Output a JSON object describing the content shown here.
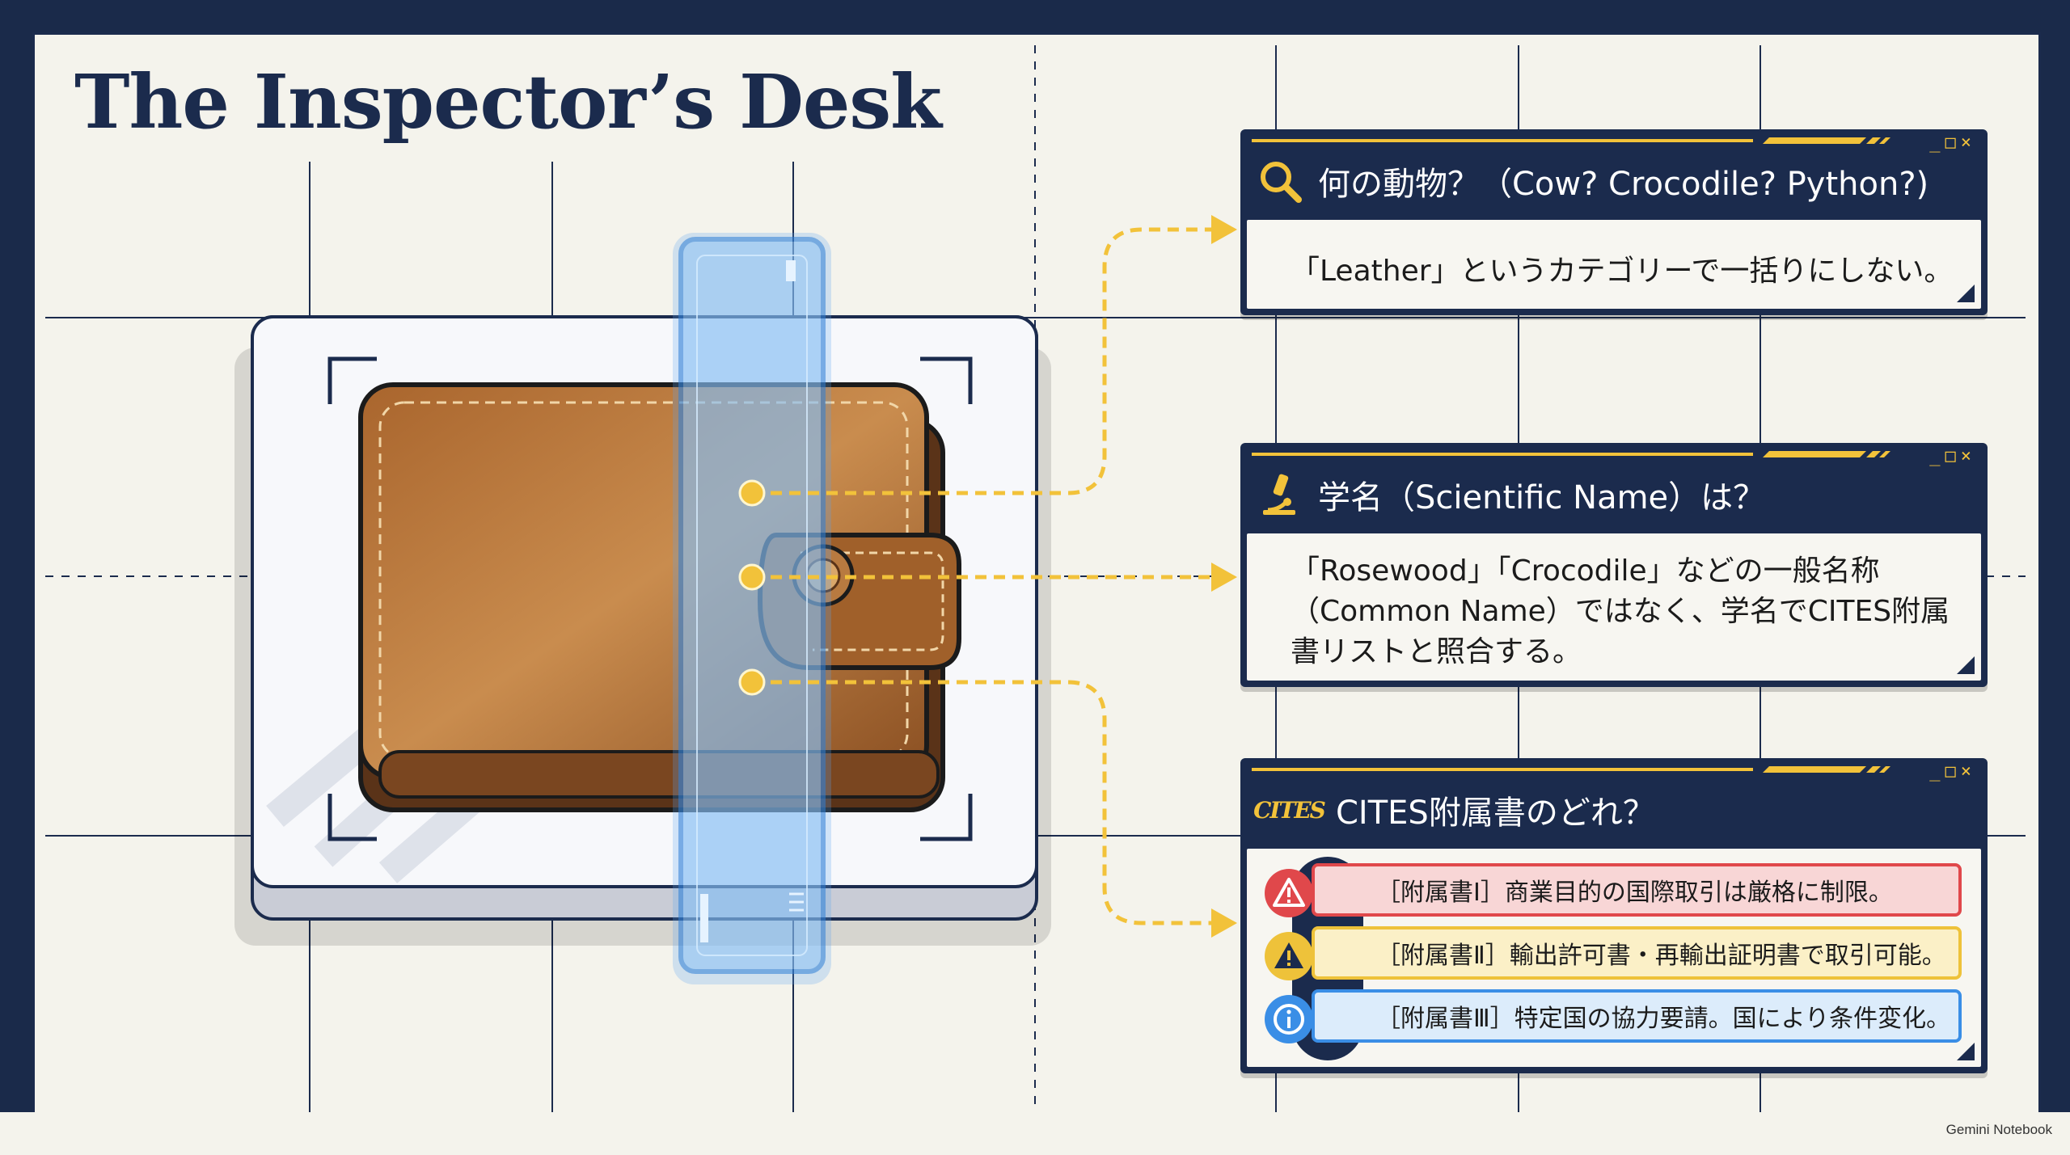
{
  "title": "The Inspector’s Desk",
  "watermark": "Gemini Notebook",
  "colors": {
    "navy": "#1b2b4d",
    "accent_yellow": "#f2c23a",
    "scanner_blue": "#6fb0f0",
    "leather": "#9a5a2a",
    "danger_red": "#e0484b",
    "info_blue": "#3a8ee6"
  },
  "panels": [
    {
      "icon": "magnifier-icon",
      "heading": "何の動物？（Cow? Crocodile? Python?)",
      "body": "「Leather」というカテゴリーで一括りにしない。"
    },
    {
      "icon": "microscope-icon",
      "heading": "学名（Scientific Name）は？",
      "body": "「Rosewood」「Crocodile」などの一般名称（Common Name）ではなく、学名でCITES附属書リストと照合する。"
    },
    {
      "icon": "cites-logo",
      "icon_text": "CITES",
      "heading": "CITES附属書のどれ？",
      "appendices": [
        {
          "icon": "warning-triangle-icon",
          "text": "［附属書Ⅰ］商業目的の国際取引は厳格に制限。"
        },
        {
          "icon": "caution-icon",
          "text": "［附属書Ⅱ］輸出許可書・再輸出証明書で取引可能。"
        },
        {
          "icon": "info-icon",
          "text": "［附属書Ⅲ］特定国の協力要請。国により条件変化。"
        }
      ]
    }
  ],
  "window_controls": "_□×"
}
